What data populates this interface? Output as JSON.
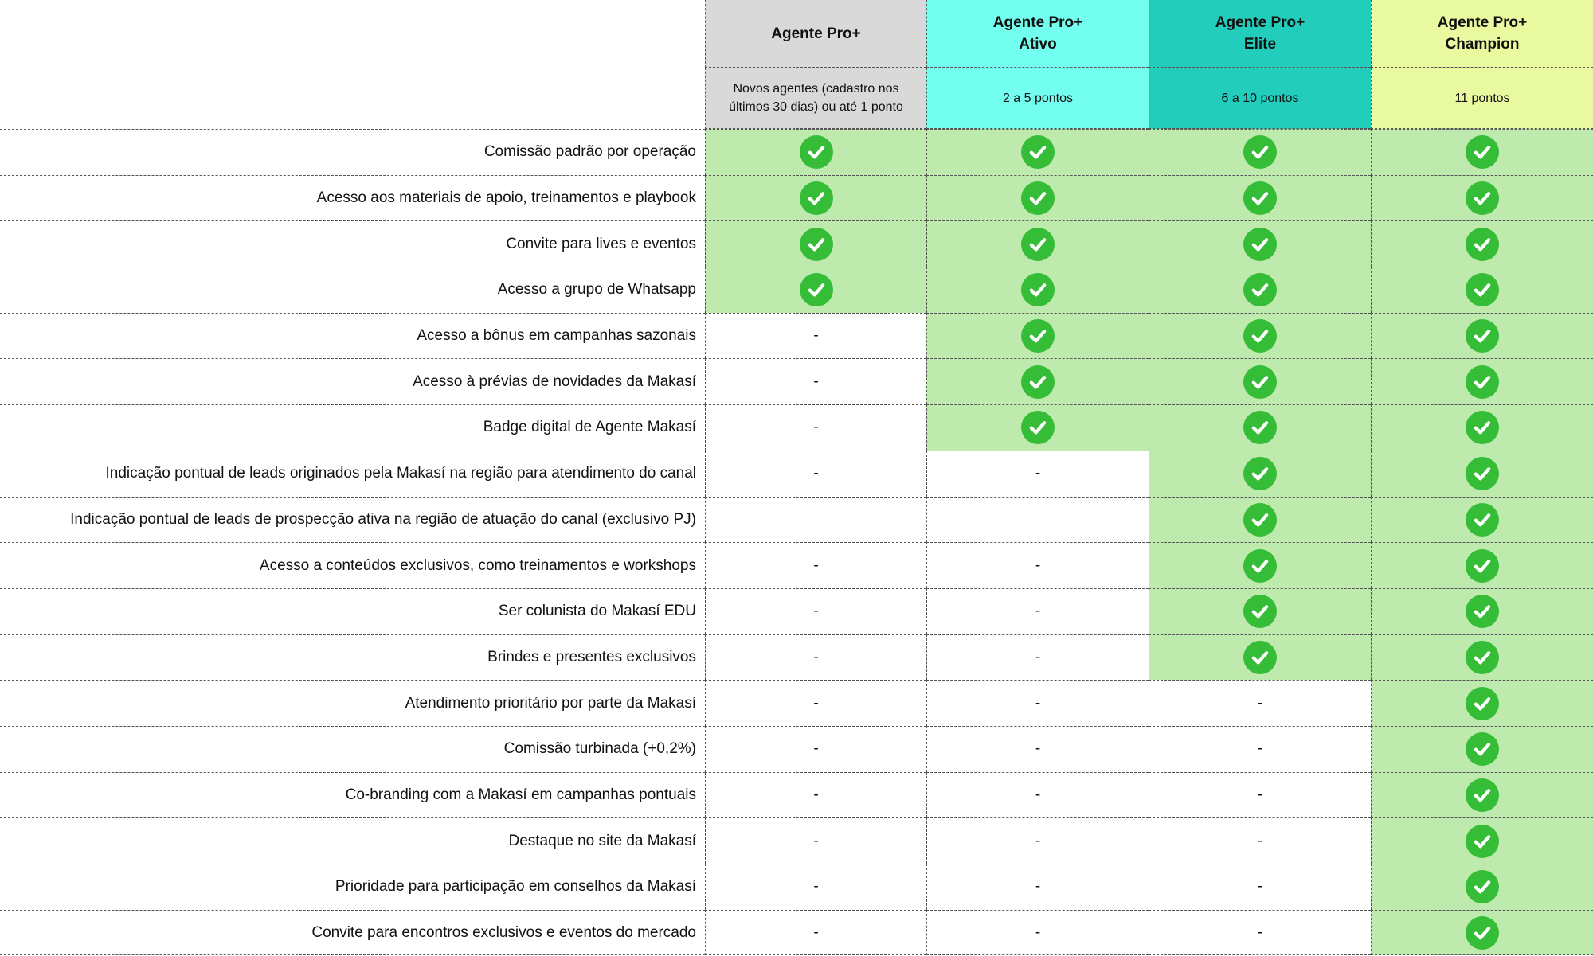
{
  "tiers": [
    {
      "name": "Agente Pro+",
      "requirement": "Novos agentes (cadastro nos últimos 30 dias) ou até 1 ponto",
      "header_color": "#d9d9d9"
    },
    {
      "name": "Agente Pro+\nAtivo",
      "requirement": "2 a 5 pontos",
      "header_color": "#72fff0"
    },
    {
      "name": "Agente Pro+\nElite",
      "requirement": "6 a 10 pontos",
      "header_color": "#23cdbc"
    },
    {
      "name": "Agente Pro+\nChampion",
      "requirement": "11 pontos",
      "header_color": "#e8f99f"
    }
  ],
  "colors": {
    "included": "#bfeaad",
    "check": "#35bd38"
  },
  "cell_icon": "check-circle-icon",
  "features": [
    {
      "label": "Comissão padrão por operação",
      "cells": [
        "check",
        "check",
        "check",
        "check"
      ]
    },
    {
      "label": "Acesso aos materiais de apoio, treinamentos e playbook",
      "cells": [
        "check",
        "check",
        "check",
        "check"
      ]
    },
    {
      "label": "Convite para lives e eventos",
      "cells": [
        "check",
        "check",
        "check",
        "check"
      ]
    },
    {
      "label": "Acesso a grupo de Whatsapp",
      "cells": [
        "check",
        "check",
        "check",
        "check"
      ]
    },
    {
      "label": "Acesso a bônus em campanhas sazonais",
      "cells": [
        "-",
        "check",
        "check",
        "check"
      ]
    },
    {
      "label": "Acesso à prévias de novidades da Makasí",
      "cells": [
        "-",
        "check",
        "check",
        "check"
      ]
    },
    {
      "label": "Badge digital de Agente Makasí",
      "cells": [
        "-",
        "check",
        "check",
        "check"
      ]
    },
    {
      "label": "Indicação pontual de leads originados pela Makasí na região para atendimento do canal",
      "cells": [
        "-",
        "-",
        "check",
        "check"
      ]
    },
    {
      "label": "Indicação pontual de leads de prospecção ativa na região de atuação do canal (exclusivo PJ)",
      "cells": [
        "",
        "",
        "check",
        "check"
      ]
    },
    {
      "label": "Acesso a conteúdos exclusivos, como treinamentos e workshops",
      "cells": [
        "-",
        "-",
        "check",
        "check"
      ]
    },
    {
      "label": "Ser colunista do Makasí EDU",
      "cells": [
        "-",
        "-",
        "check",
        "check"
      ]
    },
    {
      "label": "Brindes e presentes exclusivos",
      "cells": [
        "-",
        "-",
        "check",
        "check"
      ]
    },
    {
      "label": "Atendimento prioritário por parte da Makasí",
      "cells": [
        "-",
        "-",
        "-",
        "check"
      ]
    },
    {
      "label": "Comissão turbinada (+0,2%)",
      "cells": [
        "-",
        "-",
        "-",
        "check"
      ]
    },
    {
      "label": "Co-branding com a Makasí em campanhas pontuais",
      "cells": [
        "-",
        "-",
        "-",
        "check"
      ]
    },
    {
      "label": "Destaque no site da Makasí",
      "cells": [
        "-",
        "-",
        "-",
        "check"
      ]
    },
    {
      "label": "Prioridade para participação em conselhos da Makasí",
      "cells": [
        "-",
        "-",
        "-",
        "check"
      ]
    },
    {
      "label": "Convite para encontros exclusivos e eventos do mercado",
      "cells": [
        "-",
        "-",
        "-",
        "check"
      ]
    }
  ]
}
